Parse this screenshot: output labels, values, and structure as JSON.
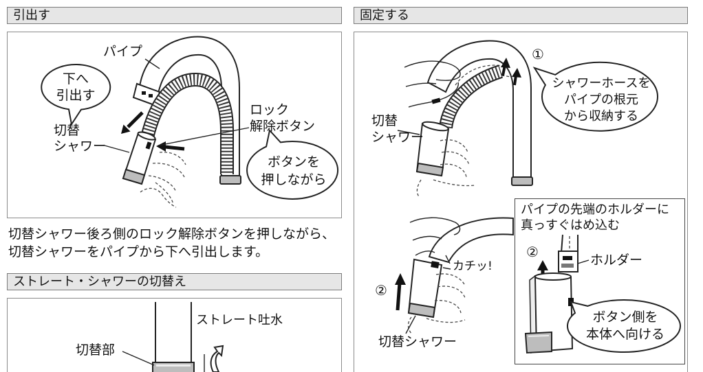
{
  "pull_out": {
    "title": "引出す",
    "pipe_label": "パイプ",
    "pull_down_bubble": [
      "下へ",
      "引出す"
    ],
    "shower_label": [
      "切替",
      "シャワー"
    ],
    "lock_button_label": [
      "ロック",
      "解除ボタン"
    ],
    "press_bubble": [
      "ボタンを",
      "押しながら"
    ],
    "description": [
      "切替シャワー後ろ側のロック解除ボタンを押しながら、",
      "切替シャワーをパイプから下へ引出します。"
    ]
  },
  "switch_mode": {
    "title": "ストレート・シャワーの切替え",
    "straight_label": "ストレート吐水",
    "switch_part_label": "切替部"
  },
  "fix": {
    "title": "固定する",
    "step1": {
      "number": "①",
      "bubble": [
        "シャワーホースを",
        "パイプの根元",
        "から収納する"
      ],
      "shower_label": [
        "切替",
        "シャワー"
      ]
    },
    "step2": {
      "number": "②",
      "click_sound": "カチッ!",
      "shower_label": "切替シャワー"
    },
    "inset": {
      "instruction": [
        "パイプの先端のホルダーに",
        "真っすぐはめ込む"
      ],
      "number": "②",
      "holder_label": "ホルダー",
      "bubble": [
        "ボタン側を",
        "本体へ向ける"
      ]
    }
  },
  "colors": {
    "header_bg": "#e6e6e6",
    "border": "#8a8a8a",
    "ink": "#222222",
    "nozzle_gray": "#bdbdbd"
  }
}
